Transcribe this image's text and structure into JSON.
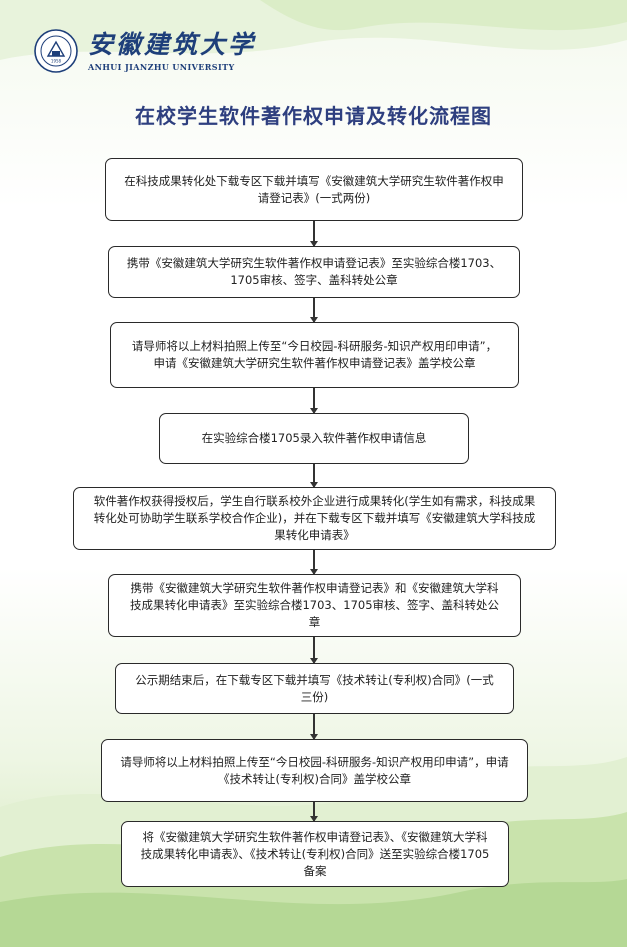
{
  "header": {
    "university_cn": "安徽建筑大学",
    "university_en": "ANHUI JIANZHU UNIVERSITY",
    "logo_icon": "university-seal-icon",
    "logo_year": "1958"
  },
  "title": "在校学生软件著作权申请及转化流程图",
  "colors": {
    "title": "#2e3f7f",
    "brand": "#1e3f7a",
    "background_green": "#cfe6b4",
    "box_border": "#2a2a2a"
  },
  "steps": [
    "在科技成果转化处下载专区下载并填写《安徽建筑大学研究生软件著作权申请登记表》(一式两份)",
    "携带《安徽建筑大学研究生软件著作权申请登记表》至实验综合楼1703、1705审核、签字、盖科转处公章",
    "请导师将以上材料拍照上传至“今日校园-科研服务-知识产权用印申请”，申请《安徽建筑大学研究生软件著作权申请登记表》盖学校公章",
    "在实验综合楼1705录入软件著作权申请信息",
    "软件著作权获得授权后，学生自行联系校外企业进行成果转化(学生如有需求，科技成果转化处可协助学生联系学校合作企业)，并在下载专区下载并填写《安徽建筑大学科技成果转化申请表》",
    "携带《安徽建筑大学研究生软件著作权申请登记表》和《安徽建筑大学科技成果转化申请表》至实验综合楼1703、1705审核、签字、盖科转处公章",
    "公示期结束后，在下载专区下载并填写《技术转让(专利权)合同》(一式三份)",
    "请导师将以上材料拍照上传至“今日校园-科研服务-知识产权用印申请”，申请《技术转让(专利权)合同》盖学校公章",
    "将《安徽建筑大学研究生软件著作权申请登记表》、《安徽建筑大学科技成果转化申请表》、《技术转让(专利权)合同》送至实验综合楼1705备案"
  ]
}
